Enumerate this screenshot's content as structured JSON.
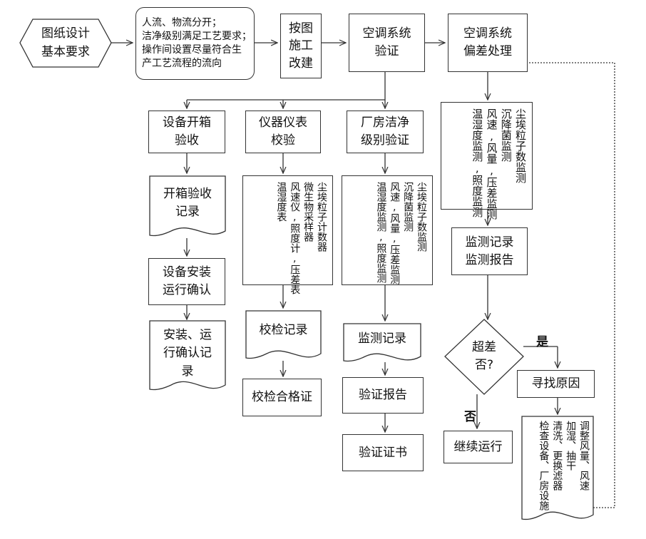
{
  "nodes": {
    "start": "图纸设计\n基本要求",
    "requirements": "人流、物流分开；\n洁净级别满足工艺要求；\n操作间设置尽量符合生\n产工艺流程的流向",
    "rework": "按图\n施工\n改建",
    "ac_verify": "空调系统\n验证",
    "ac_deviation": "空调系统\n偏差处理",
    "equip_unbox": "设备开箱\n验收",
    "instrument_calib": "仪器仪表\n校验",
    "cleanroom_verify": "厂房洁净\n级别验证",
    "unbox_record": "开箱验收\n记录",
    "install_confirm": "设备安装\n运行确认",
    "install_record": "安装、运\n行确认记\n录",
    "calib_items": "尘埃粒子计数器\n微生物采样器\n风速仪,照度计,压差表\n温湿度表",
    "calib_record": "校检记录",
    "calib_cert": "校检合格证",
    "clean_items": "尘埃粒子数监测\n沉降菌监测\n风速,风量,压差监测\n温湿度监测,照度监测",
    "monitor_record": "监测记录",
    "verify_report": "验证报告",
    "verify_cert": "验证证书",
    "dev_items": "尘埃粒子数监测\n沉降菌监测\n风速,风量,压差监测\n温湿度监测,照度监测",
    "dev_report": "监测记录\n监测报告",
    "decision": "超差\n否?",
    "find_cause": "寻找原因",
    "continue_run": "继续运行",
    "adjust": "调整风量、风速\n加湿、抽干\n清洗、更换滤器\n检查设备、厂房设施"
  },
  "labels": {
    "yes": "是",
    "no": "否"
  }
}
